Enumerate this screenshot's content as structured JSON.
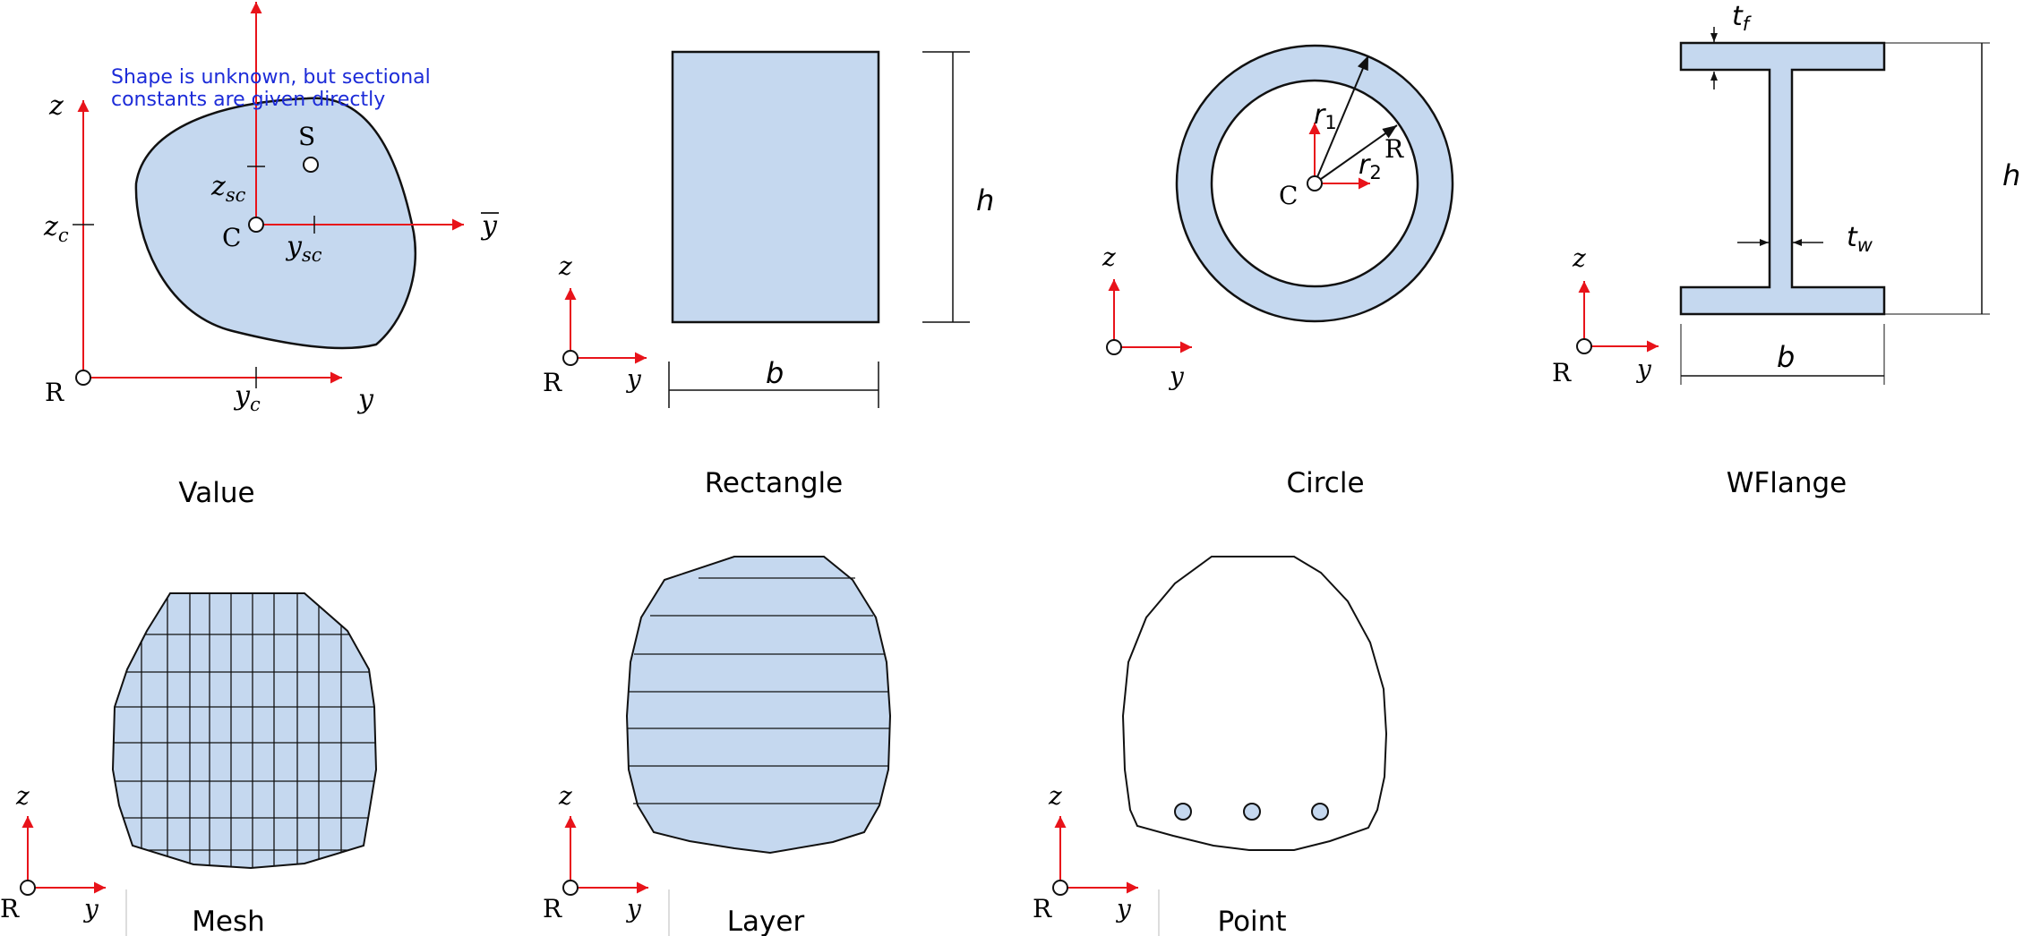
{
  "colors": {
    "fill": "#c5d8ef",
    "outline": "#111111",
    "axis": "#e8131a",
    "note": "#1c2bd8"
  },
  "value_panel": {
    "caption": "Value",
    "note_line1": "Shape is unknown, but sectional",
    "note_line2": "constants are given directly",
    "label_S": "S",
    "label_C": "C",
    "label_R": "R",
    "label_z": "z",
    "label_y": "y",
    "label_ybar": "y",
    "label_zc_main": "z",
    "label_zc_sub": "c",
    "label_yc_main": "y",
    "label_yc_sub": "c",
    "label_zsc_main": "z",
    "label_zsc_sub": "sc",
    "label_ysc_main": "y",
    "label_ysc_sub": "sc"
  },
  "rectangle_panel": {
    "caption": "Rectangle",
    "label_h": "h",
    "label_b": "b",
    "label_z": "z",
    "label_y": "y",
    "label_R": "R"
  },
  "circle_panel": {
    "caption": "Circle",
    "label_r1_main": "r",
    "label_r1_sub": "1",
    "label_r2_main": "r",
    "label_r2_sub": "2",
    "label_C": "C",
    "label_R_inner": "R",
    "label_z": "z",
    "label_y": "y"
  },
  "wflange_panel": {
    "caption": "WFlange",
    "label_tf_main": "t",
    "label_tf_sub": "f",
    "label_tw_main": "t",
    "label_tw_sub": "w",
    "label_h": "h",
    "label_b": "b",
    "label_z": "z",
    "label_y": "y",
    "label_R": "R"
  },
  "mesh_panel": {
    "caption": "Mesh",
    "label_z": "z",
    "label_y": "y",
    "label_R": "R"
  },
  "layer_panel": {
    "caption": "Layer",
    "label_z": "z",
    "label_y": "y",
    "label_R": "R"
  },
  "point_panel": {
    "caption": "Point",
    "label_z": "z",
    "label_y": "y",
    "label_R": "R"
  }
}
